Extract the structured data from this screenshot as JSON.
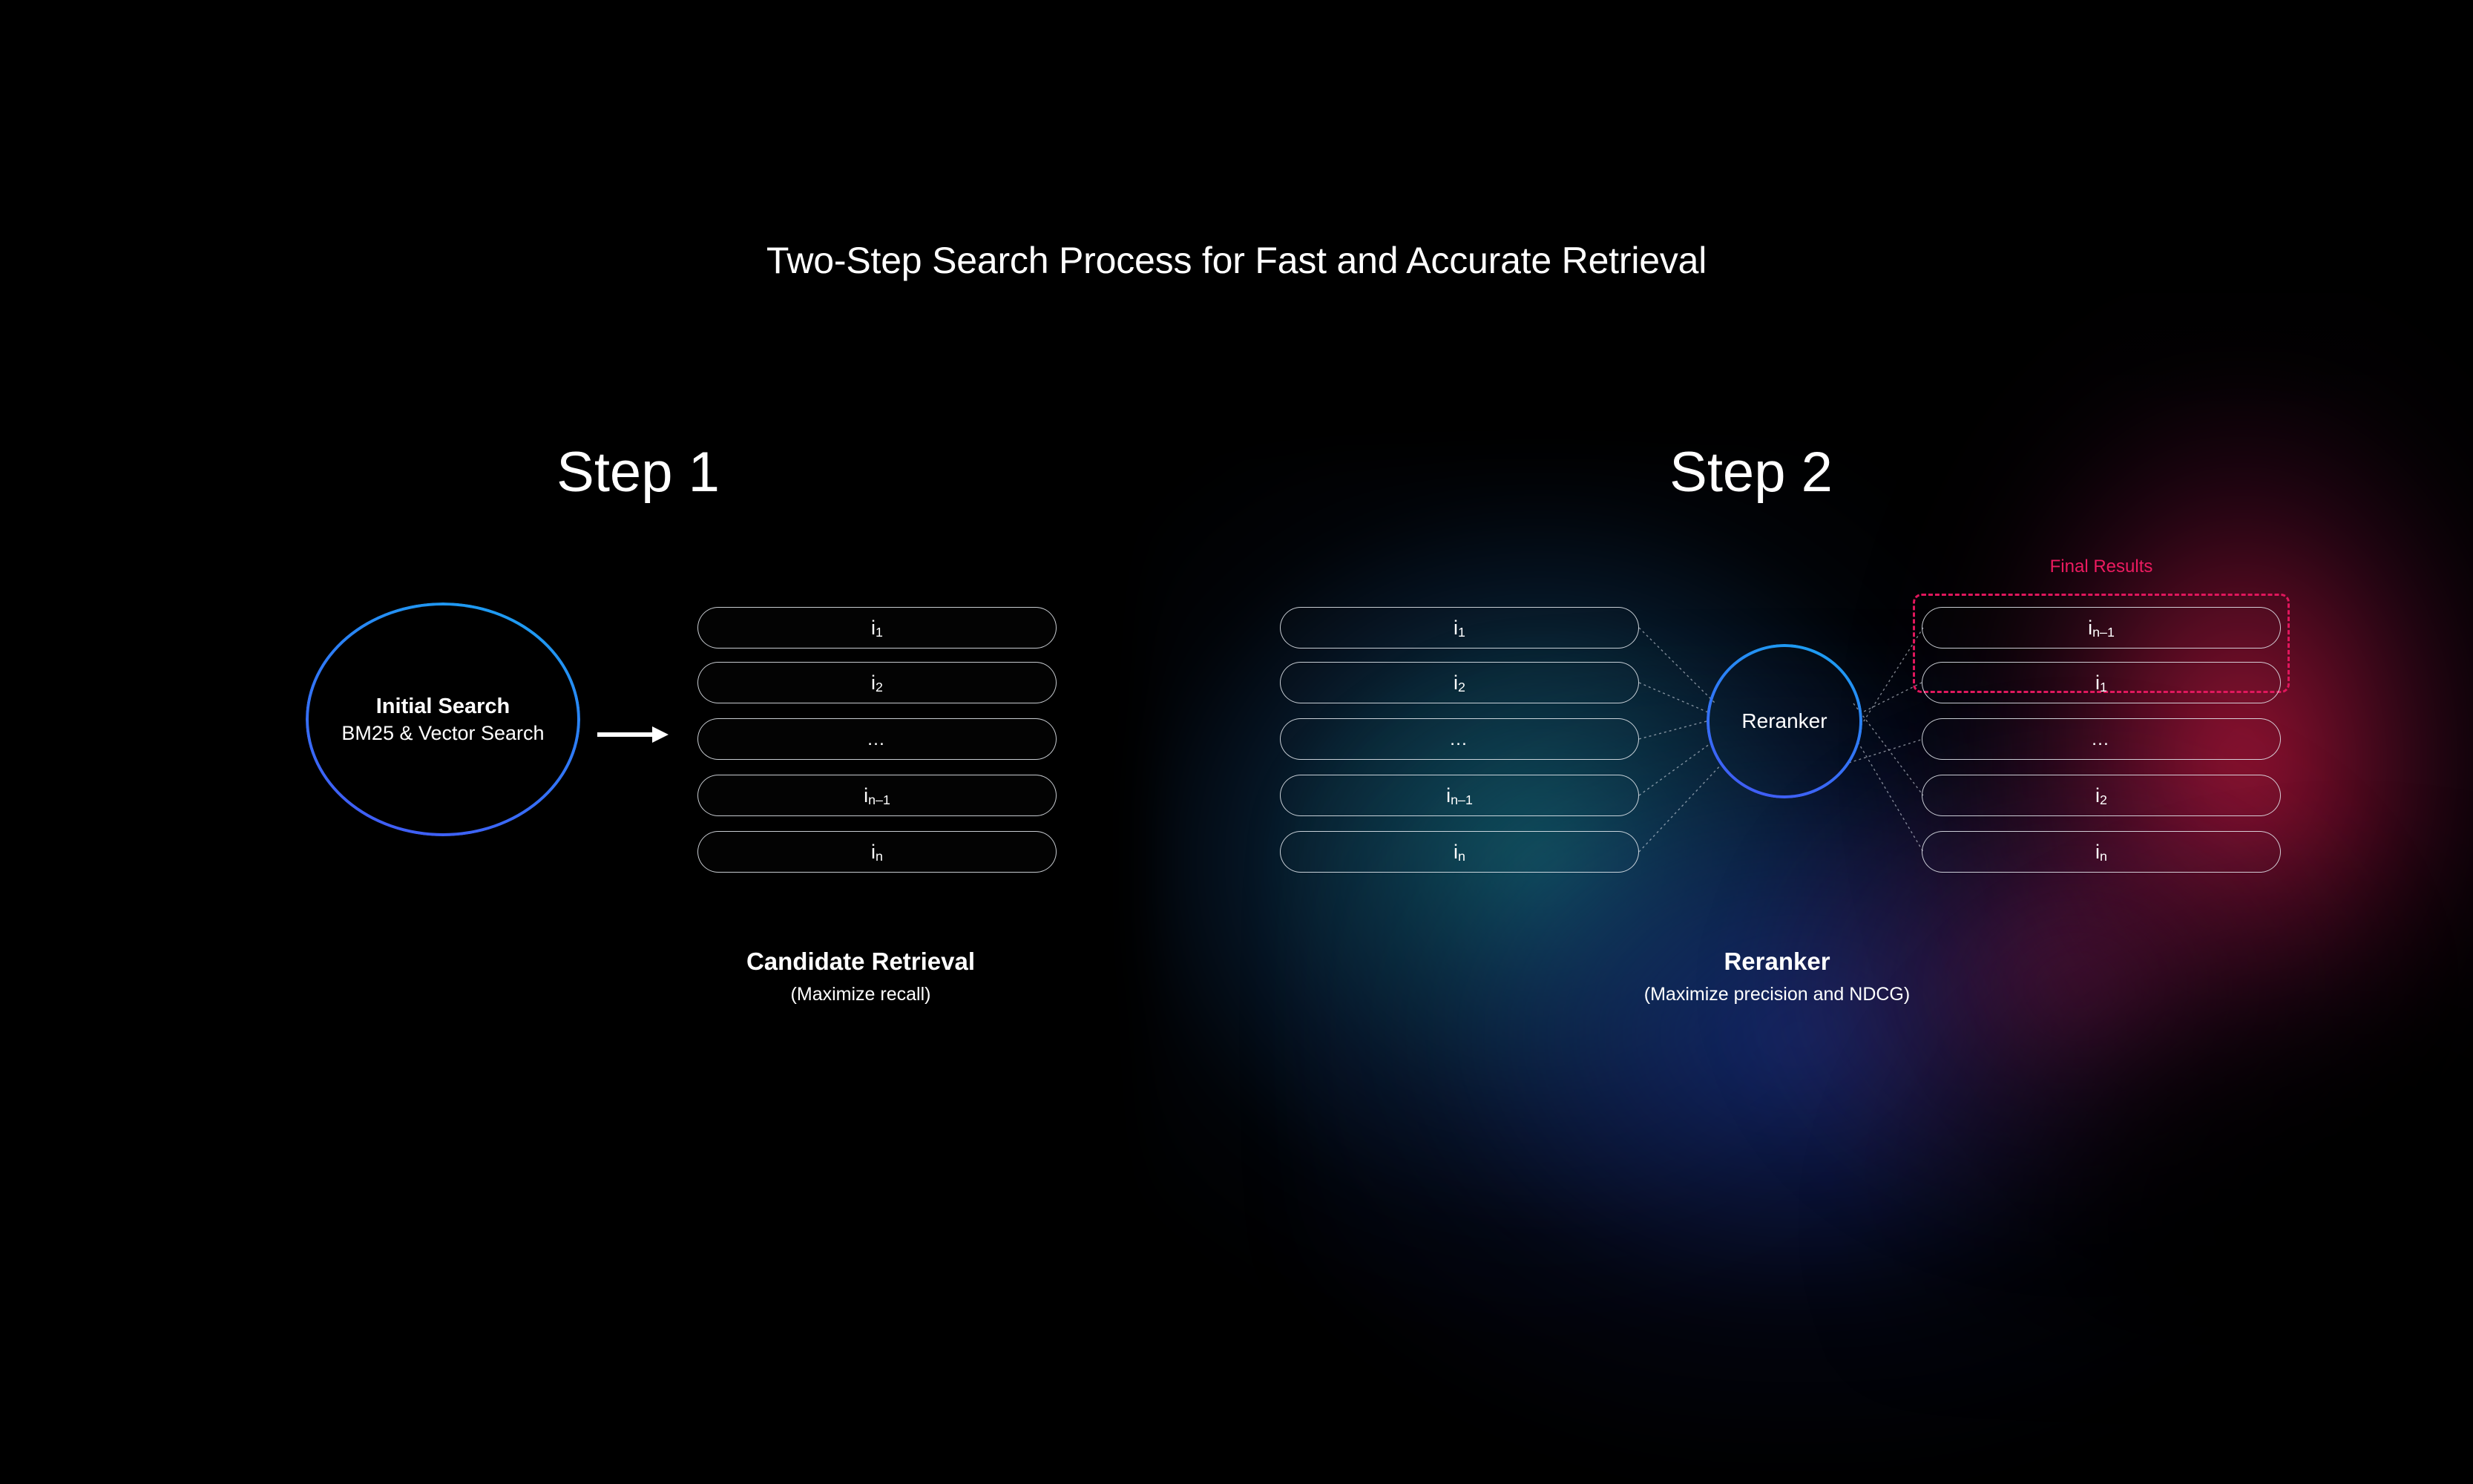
{
  "title": "Two-Step Search Process for Fast and Accurate Retrieval",
  "theme": {
    "background": "#000000",
    "accent_blue_start": "#19A6F0",
    "accent_blue_end": "#4457F5",
    "accent_pink": "#EC1B60",
    "text": "#FFFFFF",
    "pill_border": "rgba(232,236,242,0.86)"
  },
  "step1": {
    "heading": "Step 1",
    "node": {
      "title": "Initial Search",
      "subtitle": "BM25 & Vector Search"
    },
    "arrow_icon": "arrow-right-icon",
    "items": [
      {
        "label": "i",
        "sub": "1"
      },
      {
        "label": "i",
        "sub": "2"
      },
      {
        "label": "…",
        "sub": ""
      },
      {
        "label": "i",
        "sub": "n–1"
      },
      {
        "label": "i",
        "sub": "n"
      }
    ],
    "caption": {
      "title": "Candidate Retrieval",
      "subtitle": "(Maximize recall)"
    }
  },
  "step2": {
    "heading": "Step 2",
    "node": {
      "title": "Reranker"
    },
    "input_items": [
      {
        "label": "i",
        "sub": "1"
      },
      {
        "label": "i",
        "sub": "2"
      },
      {
        "label": "…",
        "sub": ""
      },
      {
        "label": "i",
        "sub": "n–1"
      },
      {
        "label": "i",
        "sub": "n"
      }
    ],
    "output_items": [
      {
        "label": "i",
        "sub": "n–1"
      },
      {
        "label": "i",
        "sub": "1"
      },
      {
        "label": "…",
        "sub": ""
      },
      {
        "label": "i",
        "sub": "2"
      },
      {
        "label": "i",
        "sub": "n"
      }
    ],
    "final_results_label": "Final Results",
    "caption": {
      "title": "Reranker",
      "subtitle": "(Maximize precision and NDCG)"
    }
  }
}
